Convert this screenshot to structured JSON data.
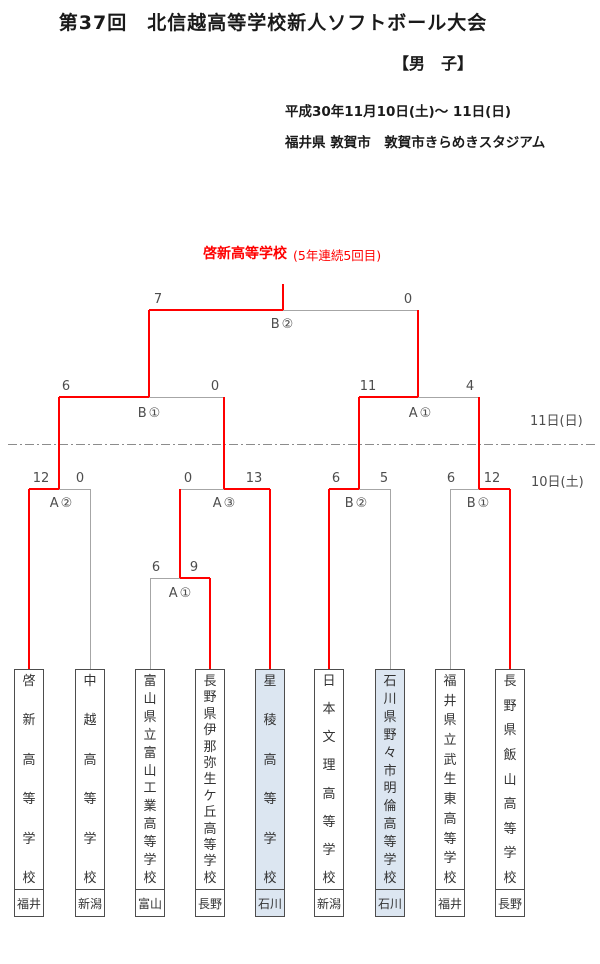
{
  "header": {
    "title": "第37回　北信越高等学校新人ソフトボール大会",
    "division": "【男　子】",
    "dates": "平成30年11月10日(土)～ 11日(日)",
    "venue": "福井県 敦賀市　敦賀市きらめきスタジアム"
  },
  "champion": {
    "name": "啓新高等学校",
    "note": "(5年連続5回目)"
  },
  "day_labels": {
    "day2": "11日(日)",
    "day1": "10日(土)"
  },
  "matches": {
    "final": {
      "label": "B②",
      "score_left": "7",
      "score_right": "0",
      "winner": "left"
    },
    "sf_left": {
      "label": "B①",
      "score_left": "6",
      "score_right": "0",
      "winner": "left"
    },
    "sf_right": {
      "label": "A①",
      "score_left": "11",
      "score_right": "4",
      "winner": "left"
    },
    "qf_a2": {
      "label": "A②",
      "score_left": "12",
      "score_right": "0",
      "winner": "left"
    },
    "qf_a3": {
      "label": "A③",
      "score_left": "0",
      "score_right": "13",
      "winner": "right"
    },
    "qf_b2": {
      "label": "B②",
      "score_left": "6",
      "score_right": "5",
      "winner": "left"
    },
    "qf_b1": {
      "label": "B①",
      "score_left": "6",
      "score_right": "12",
      "winner": "right"
    },
    "r1_a1": {
      "label": "A①",
      "score_left": "6",
      "score_right": "9",
      "winner": "right"
    }
  },
  "teams": [
    {
      "name": "啓新高等学校",
      "prefecture": "福井",
      "highlighted": false
    },
    {
      "name": "中越高等学校",
      "prefecture": "新潟",
      "highlighted": false
    },
    {
      "name": "富山県立富山工業高等学校",
      "prefecture": "富山",
      "highlighted": false
    },
    {
      "name": "長野県伊那弥生ケ丘高等学校",
      "prefecture": "長野",
      "highlighted": false
    },
    {
      "name": "星稜高等学校",
      "prefecture": "石川",
      "highlighted": true
    },
    {
      "name": "日本文理高等学校",
      "prefecture": "新潟",
      "highlighted": false
    },
    {
      "name": "石川県野々市明倫高等学校",
      "prefecture": "石川",
      "highlighted": true
    },
    {
      "name": "福井県立武生東高等学校",
      "prefecture": "福井",
      "highlighted": false
    },
    {
      "name": "長野県飯山高等学校",
      "prefecture": "長野",
      "highlighted": false
    }
  ],
  "colors": {
    "winner_path": "#ff0000",
    "line_gray": "#a6a6a6",
    "highlight_fill": "#dce6f1",
    "champion_text": "#ff0000"
  }
}
